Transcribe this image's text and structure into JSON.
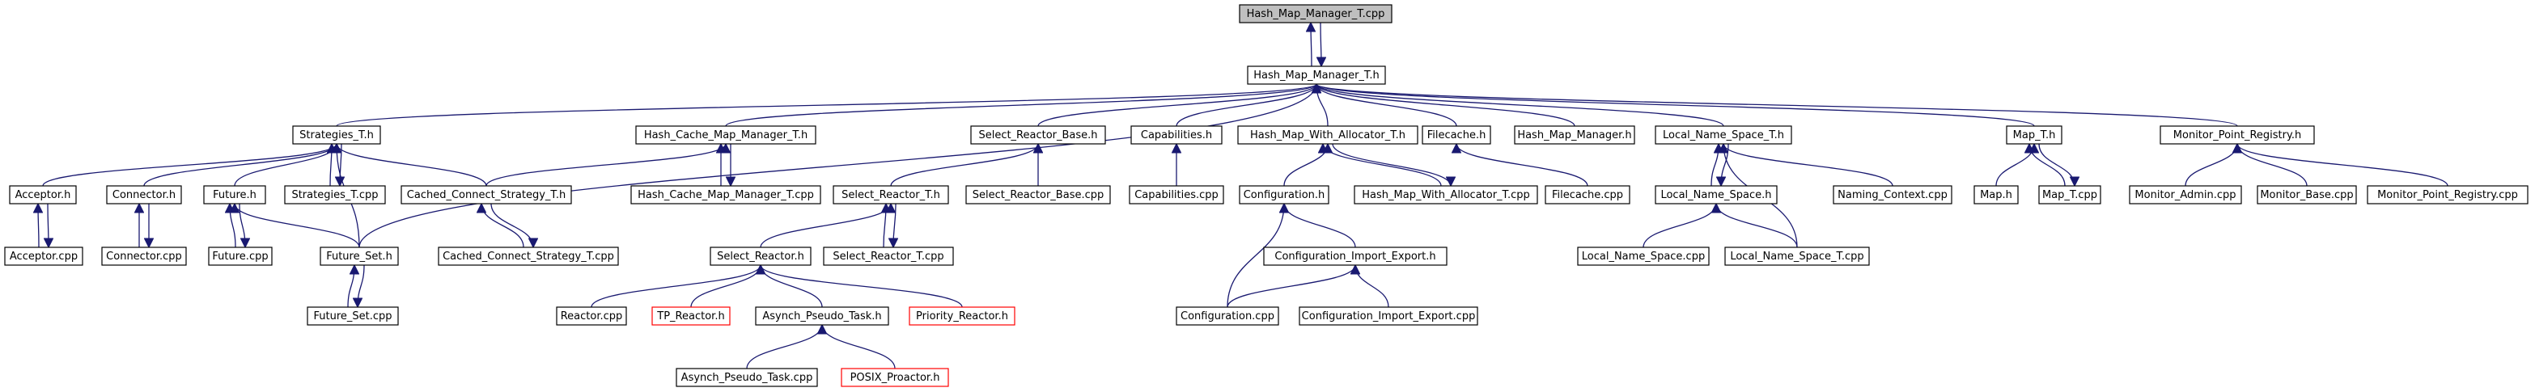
{
  "diagram": {
    "nodes": [
      {
        "id": "hmm_cpp",
        "label": "Hash_Map_Manager_T.cpp",
        "kind": "root"
      },
      {
        "id": "hmm_h",
        "label": "Hash_Map_Manager_T.h",
        "kind": "normal"
      },
      {
        "id": "strategies_h",
        "label": "Strategies_T.h",
        "kind": "normal"
      },
      {
        "id": "hcmm_h",
        "label": "Hash_Cache_Map_Manager_T.h",
        "kind": "normal"
      },
      {
        "id": "srb_h",
        "label": "Select_Reactor_Base.h",
        "kind": "normal"
      },
      {
        "id": "cap_h",
        "label": "Capabilities.h",
        "kind": "normal"
      },
      {
        "id": "hmwa_h",
        "label": "Hash_Map_With_Allocator_T.h",
        "kind": "normal"
      },
      {
        "id": "filecache_h",
        "label": "Filecache.h",
        "kind": "normal"
      },
      {
        "id": "hmmgr_h",
        "label": "Hash_Map_Manager.h",
        "kind": "normal"
      },
      {
        "id": "lns_t_h",
        "label": "Local_Name_Space_T.h",
        "kind": "normal"
      },
      {
        "id": "map_t_h",
        "label": "Map_T.h",
        "kind": "normal"
      },
      {
        "id": "mpr_h",
        "label": "Monitor_Point_Registry.h",
        "kind": "normal"
      },
      {
        "id": "acceptor_h",
        "label": "Acceptor.h",
        "kind": "normal"
      },
      {
        "id": "connector_h",
        "label": "Connector.h",
        "kind": "normal"
      },
      {
        "id": "future_h",
        "label": "Future.h",
        "kind": "normal"
      },
      {
        "id": "strategies_cpp",
        "label": "Strategies_T.cpp",
        "kind": "normal"
      },
      {
        "id": "ccs_h",
        "label": "Cached_Connect_Strategy_T.h",
        "kind": "normal"
      },
      {
        "id": "hcmm_cpp",
        "label": "Hash_Cache_Map_Manager_T.cpp",
        "kind": "normal"
      },
      {
        "id": "sr_t_h",
        "label": "Select_Reactor_T.h",
        "kind": "normal"
      },
      {
        "id": "srb_cpp",
        "label": "Select_Reactor_Base.cpp",
        "kind": "normal"
      },
      {
        "id": "cap_cpp",
        "label": "Capabilities.cpp",
        "kind": "normal"
      },
      {
        "id": "config_h",
        "label": "Configuration.h",
        "kind": "normal"
      },
      {
        "id": "hmwa_cpp",
        "label": "Hash_Map_With_Allocator_T.cpp",
        "kind": "normal"
      },
      {
        "id": "filecache_cpp",
        "label": "Filecache.cpp",
        "kind": "normal"
      },
      {
        "id": "lns_h",
        "label": "Local_Name_Space.h",
        "kind": "normal"
      },
      {
        "id": "naming_cpp",
        "label": "Naming_Context.cpp",
        "kind": "normal"
      },
      {
        "id": "map_h",
        "label": "Map.h",
        "kind": "normal"
      },
      {
        "id": "map_t_cpp",
        "label": "Map_T.cpp",
        "kind": "normal"
      },
      {
        "id": "mon_admin_cpp",
        "label": "Monitor_Admin.cpp",
        "kind": "normal"
      },
      {
        "id": "mon_base_cpp",
        "label": "Monitor_Base.cpp",
        "kind": "normal"
      },
      {
        "id": "mpr_cpp",
        "label": "Monitor_Point_Registry.cpp",
        "kind": "normal"
      },
      {
        "id": "acceptor_cpp",
        "label": "Acceptor.cpp",
        "kind": "normal"
      },
      {
        "id": "connector_cpp",
        "label": "Connector.cpp",
        "kind": "normal"
      },
      {
        "id": "future_cpp",
        "label": "Future.cpp",
        "kind": "normal"
      },
      {
        "id": "future_set_h",
        "label": "Future_Set.h",
        "kind": "normal"
      },
      {
        "id": "ccs_cpp",
        "label": "Cached_Connect_Strategy_T.cpp",
        "kind": "normal"
      },
      {
        "id": "sr_h",
        "label": "Select_Reactor.h",
        "kind": "normal"
      },
      {
        "id": "sr_t_cpp",
        "label": "Select_Reactor_T.cpp",
        "kind": "normal"
      },
      {
        "id": "cie_h",
        "label": "Configuration_Import_Export.h",
        "kind": "normal"
      },
      {
        "id": "lns_cpp",
        "label": "Local_Name_Space.cpp",
        "kind": "normal"
      },
      {
        "id": "lns_t_cpp",
        "label": "Local_Name_Space_T.cpp",
        "kind": "normal"
      },
      {
        "id": "future_set_cpp",
        "label": "Future_Set.cpp",
        "kind": "normal"
      },
      {
        "id": "reactor_cpp",
        "label": "Reactor.cpp",
        "kind": "normal"
      },
      {
        "id": "tp_reactor_h",
        "label": "TP_Reactor.h",
        "kind": "external"
      },
      {
        "id": "apt_h",
        "label": "Asynch_Pseudo_Task.h",
        "kind": "normal"
      },
      {
        "id": "prio_reactor_h",
        "label": "Priority_Reactor.h",
        "kind": "external"
      },
      {
        "id": "config_cpp",
        "label": "Configuration.cpp",
        "kind": "normal"
      },
      {
        "id": "cie_cpp",
        "label": "Configuration_Import_Export.cpp",
        "kind": "normal"
      },
      {
        "id": "apt_cpp",
        "label": "Asynch_Pseudo_Task.cpp",
        "kind": "normal"
      },
      {
        "id": "posix_proactor_h",
        "label": "POSIX_Proactor.h",
        "kind": "external"
      }
    ],
    "edges": [
      {
        "from": "hmm_h",
        "to": "hmm_cpp"
      },
      {
        "from": "hmm_cpp",
        "to": "hmm_h"
      },
      {
        "from": "strategies_h",
        "to": "hmm_h"
      },
      {
        "from": "hcmm_h",
        "to": "hmm_h"
      },
      {
        "from": "srb_h",
        "to": "hmm_h"
      },
      {
        "from": "cap_h",
        "to": "hmm_h"
      },
      {
        "from": "hmwa_h",
        "to": "hmm_h"
      },
      {
        "from": "filecache_h",
        "to": "hmm_h"
      },
      {
        "from": "hmmgr_h",
        "to": "hmm_h"
      },
      {
        "from": "lns_t_h",
        "to": "hmm_h"
      },
      {
        "from": "map_t_h",
        "to": "hmm_h"
      },
      {
        "from": "mpr_h",
        "to": "hmm_h"
      },
      {
        "from": "future_set_h",
        "to": "hmm_h"
      },
      {
        "from": "acceptor_h",
        "to": "strategies_h"
      },
      {
        "from": "connector_h",
        "to": "strategies_h"
      },
      {
        "from": "future_h",
        "to": "strategies_h"
      },
      {
        "from": "strategies_cpp",
        "to": "strategies_h"
      },
      {
        "from": "strategies_h",
        "to": "strategies_cpp"
      },
      {
        "from": "ccs_h",
        "to": "strategies_h"
      },
      {
        "from": "future_set_h",
        "to": "strategies_h"
      },
      {
        "from": "ccs_h",
        "to": "hcmm_h"
      },
      {
        "from": "hcmm_cpp",
        "to": "hcmm_h"
      },
      {
        "from": "hcmm_h",
        "to": "hcmm_cpp"
      },
      {
        "from": "sr_t_h",
        "to": "srb_h"
      },
      {
        "from": "srb_cpp",
        "to": "srb_h"
      },
      {
        "from": "cap_cpp",
        "to": "cap_h"
      },
      {
        "from": "config_h",
        "to": "hmwa_h"
      },
      {
        "from": "hmwa_cpp",
        "to": "hmwa_h"
      },
      {
        "from": "hmwa_h",
        "to": "hmwa_cpp"
      },
      {
        "from": "filecache_cpp",
        "to": "filecache_h"
      },
      {
        "from": "lns_h",
        "to": "lns_t_h"
      },
      {
        "from": "lns_t_h",
        "to": "lns_h"
      },
      {
        "from": "naming_cpp",
        "to": "lns_t_h"
      },
      {
        "from": "lns_t_cpp",
        "to": "lns_t_h"
      },
      {
        "from": "map_h",
        "to": "map_t_h"
      },
      {
        "from": "map_t_cpp",
        "to": "map_t_h"
      },
      {
        "from": "map_t_h",
        "to": "map_t_cpp"
      },
      {
        "from": "mon_admin_cpp",
        "to": "mpr_h"
      },
      {
        "from": "mon_base_cpp",
        "to": "mpr_h"
      },
      {
        "from": "mpr_cpp",
        "to": "mpr_h"
      },
      {
        "from": "acceptor_cpp",
        "to": "acceptor_h"
      },
      {
        "from": "acceptor_h",
        "to": "acceptor_cpp"
      },
      {
        "from": "connector_cpp",
        "to": "connector_h"
      },
      {
        "from": "connector_h",
        "to": "connector_cpp"
      },
      {
        "from": "future_cpp",
        "to": "future_h"
      },
      {
        "from": "future_h",
        "to": "future_cpp"
      },
      {
        "from": "future_set_h",
        "to": "future_h"
      },
      {
        "from": "ccs_cpp",
        "to": "ccs_h"
      },
      {
        "from": "ccs_h",
        "to": "ccs_cpp"
      },
      {
        "from": "sr_h",
        "to": "sr_t_h"
      },
      {
        "from": "sr_t_cpp",
        "to": "sr_t_h"
      },
      {
        "from": "sr_t_h",
        "to": "sr_t_cpp"
      },
      {
        "from": "config_cpp",
        "to": "config_h"
      },
      {
        "from": "cie_h",
        "to": "config_h"
      },
      {
        "from": "lns_cpp",
        "to": "lns_h"
      },
      {
        "from": "lns_t_cpp",
        "to": "lns_h"
      },
      {
        "from": "future_set_cpp",
        "to": "future_set_h"
      },
      {
        "from": "future_set_h",
        "to": "future_set_cpp"
      },
      {
        "from": "reactor_cpp",
        "to": "sr_h"
      },
      {
        "from": "tp_reactor_h",
        "to": "sr_h"
      },
      {
        "from": "apt_h",
        "to": "sr_h"
      },
      {
        "from": "prio_reactor_h",
        "to": "sr_h"
      },
      {
        "from": "config_cpp",
        "to": "cie_h"
      },
      {
        "from": "cie_cpp",
        "to": "cie_h"
      },
      {
        "from": "apt_cpp",
        "to": "apt_h"
      },
      {
        "from": "posix_proactor_h",
        "to": "apt_h"
      }
    ]
  }
}
